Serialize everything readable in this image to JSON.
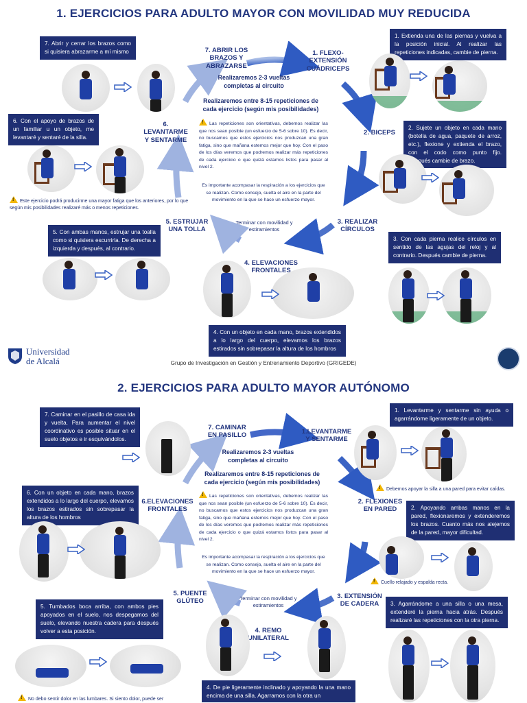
{
  "section1": {
    "title": "1. EJERCICIOS PARA ADULTO MAYOR CON MOVILIDAD MUY REDUCIDA",
    "labels": {
      "flexo": "1. FLEXO-\nEXTENSIÓN\nCUÁDRICEPS",
      "biceps": "2. BICEPS",
      "circulos": "3. REALIZAR\nCÍRCULOS",
      "elevaciones": "4. ELEVACIONES\nFRONTALES",
      "estrujar": "5. ESTRUJAR\nUNA TOLLA",
      "levantarme": "6.\nLEVANTARME\nY SENTARME",
      "abrir": "7. ABRIR LOS\nBRAZOS Y\nABRAZARSE"
    },
    "center_vueltas": "Realizaremos 2-3 vueltas\ncompletas al circuito",
    "center_reps": "Realizaremos entre 8-15 repeticiones de\ncada ejercicio (según mis posibilidades)",
    "center_warning": "Las repeticiones son orientativas, debemos realizar las que nos sean posible (un esfuerzo de 5-6 sobre 10). Es decir, no buscamos que estos ejercicios nos produzcan una gran fatiga, sino que mañana estemos mejor que hoy. Con el paso de los días veremos que podremos realizar más repeticiones de cada ejercicio o que quizá estamos listos para pasar al nivel 2.",
    "center_breath": "Es importante acompasar la respiración a los ejercicios que se realizan. Como consejo, suelta el aire en la parte del movimiento en la que se hace un esfuerzo mayor.",
    "center_end": "Terminar con movilidad y\nestiramientos",
    "boxes": {
      "b1": "1. Extienda una de las piernas y vuelva a la posición inicial. Al realizar las repeticiones indicadas, cambie de pierna.",
      "b2": "2. Sujete un objeto en cada mano (botella de agua, paquete de arroz, etc.), flexione y extienda el brazo, con el codo como punto fijo. Después cambie de brazo.",
      "b3": "3. Con cada pierna realice círculos en sentido de las agujas del reloj y al contrario. Después cambie de pierna.",
      "b4": "4. Con un objeto en cada mano, brazos extendidos a lo largo del cuerpo, elevamos los brazos estirados sin sobrepasar la altura de los hombros",
      "b5": "5. Con ambas manos, estrujar una toalla como si quisiera escurrirla. De derecha a izquierda y después, al contrario.",
      "b6": "6. Con el apoyo de brazos de un familiar u un objeto, me levantaré y sentaré de la silla.",
      "b7": "7. Abrir y cerrar los brazos como si quisiera abrazarme a mí mismo"
    },
    "note_levantarme": "Este ejercicio podrá producirme una mayor fatiga que los anteriores, por lo que según mis posibilidades realizaré más o menos repeticiones."
  },
  "footer": {
    "university_line1": "Universidad",
    "university_line2": "de Alcalá",
    "group": "Grupo de Investigación en Gestión y Entrenamiento Deportivo (GRIGEDE)"
  },
  "section2": {
    "title": "2. EJERCICIOS PARA ADULTO MAYOR AUTÓNOMO",
    "labels": {
      "levantarme": "1.LEVANTARME\nY SENTARME",
      "flexiones": "2. FLEXIONES\nEN PARED",
      "extension": "3. EXTENSIÓN\nDE CADERA",
      "remo": "4. REMO\nUNILATERAL",
      "puente": "5. PUENTE\nGLÚTEO",
      "elevaciones": "6.ELEVACIONES\nFRONTALES",
      "caminar": "7. CAMINAR\nEN PASILLO"
    },
    "center_vueltas": "Realizaremos 2-3 vueltas\ncompletas al circuito",
    "center_reps": "Realizaremos entre 8-15 repeticiones de\ncada ejercicio (según mis posibilidades)",
    "center_warning": "Las repeticiones son orientativas, debemos realizar las que nos sean posible (un esfuerzo de 5-6 sobre 10). Es decir, no buscamos que estos ejercicios nos produzcan una gran fatiga, sino que mañana estemos mejor que hoy. Con el paso de los días veremos que podremos realizar más repeticiones de cada ejercicio o que quizá estamos listos para pasar al nivel 2.",
    "center_breath": "Es importante acompasar la respiración a los ejercicios que se realizan. Como consejo, suelta el aire en la parte del movimiento en la que se hace un esfuerzo mayor.",
    "center_end": "Terminar con movilidad y\nestiramientos",
    "boxes": {
      "b1": "1. Levantarme y sentarme sin ayuda o agarrándome ligeramente de un objeto.",
      "b2": "2. Apoyando ambas manos en la pared, flexionaremos y extenderemos los brazos. Cuanto más nos alejemos de la pared, mayor dificultad.",
      "b3": "3. Agarrándome a una silla o una mesa, extenderé la pierna hacia atrás. Después realizaré las repeticiones con la otra pierna.",
      "b4": "4. De pie ligeramente inclinado y apoyando la una mano encima de una silla. Agarramos con la otra un",
      "b5": "5. Tumbados boca arriba, con ambos pies apoyados en el suelo, nos despegamos del suelo, elevando nuestra cadera para después volver a esta posición.",
      "b6": "6. Con un objeto en cada mano, brazos extendidos a lo largo del cuerpo, elevamos los brazos estirados sin sobrepasar la altura de los hombros",
      "b7": "7. Caminar en el pasillo de casa ida y vuelta. Para aumentar el nivel coordinativo es posible situar en el suelo objetos e ir esquivándolos."
    },
    "note_silla": "Debemos apoyar la silla a una pared para evitar caídas.",
    "note_cuello": "Cuello relajado y espalda recta.",
    "note_lumbares": "No debo sentir dolor en las lumbares. Si siento dolor, puede ser"
  },
  "colors": {
    "navy": "#1f2f73",
    "title": "#23367f",
    "arrow": "#3a63c4",
    "warning": "#f2b705"
  }
}
